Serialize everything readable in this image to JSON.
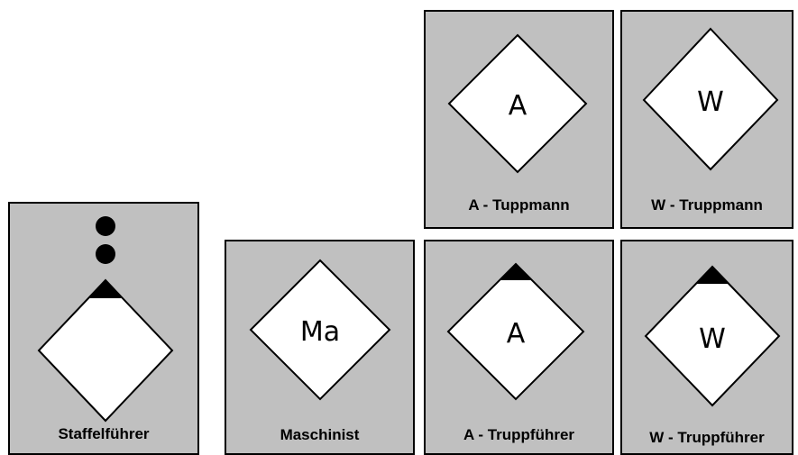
{
  "cards": {
    "a_truppmann": {
      "letter": "A",
      "label": "A - Tuppmann"
    },
    "w_truppmann": {
      "letter": "W",
      "label": "W - Truppmann"
    },
    "staffelfuehrer": {
      "letter": "",
      "label": "Staffelführer"
    },
    "maschinist": {
      "letter": "Ma",
      "label": "Maschinist"
    },
    "a_truppfuehrer": {
      "letter": "A",
      "label": "A - Truppführer"
    },
    "w_truppfuehrer": {
      "letter": "W",
      "label": "W - Truppführer"
    }
  },
  "colors": {
    "card_bg": "#c0c0c0",
    "symbol_fill": "#ffffff",
    "line": "#000000"
  }
}
